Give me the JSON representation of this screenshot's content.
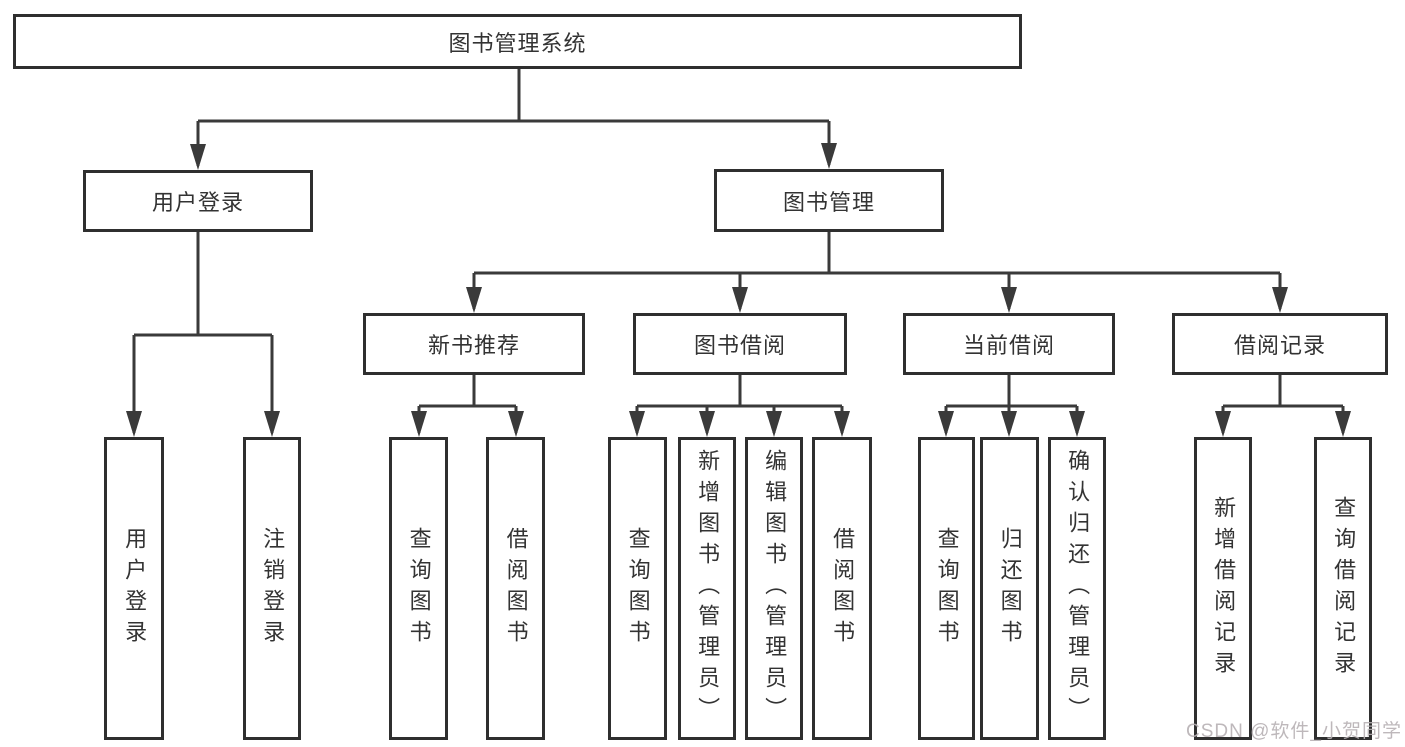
{
  "diagram": {
    "root": {
      "label": "图书管理系统"
    },
    "branches": [
      {
        "label": "用户登录",
        "children": [
          {
            "label": "用户登录"
          },
          {
            "label": "注销登录"
          }
        ]
      },
      {
        "label": "图书管理",
        "children": [
          {
            "label": "新书推荐",
            "children": [
              {
                "label": "查询图书"
              },
              {
                "label": "借阅图书"
              }
            ]
          },
          {
            "label": "图书借阅",
            "children": [
              {
                "label": "查询图书"
              },
              {
                "label": "新增图书（管理员）"
              },
              {
                "label": "编辑图书（管理员）"
              },
              {
                "label": "借阅图书"
              }
            ]
          },
          {
            "label": "当前借阅",
            "children": [
              {
                "label": "查询图书"
              },
              {
                "label": "归还图书"
              },
              {
                "label": "确认归还（管理员）"
              }
            ]
          },
          {
            "label": "借阅记录",
            "children": [
              {
                "label": "新增借阅记录"
              },
              {
                "label": "查询借阅记录"
              }
            ]
          }
        ]
      }
    ],
    "watermark": "CSDN @软件_小贺同学",
    "colors": {
      "line": "#3a3a3a",
      "border": "#2f2f2f",
      "text": "#333333",
      "background": "#ffffff",
      "watermark": "#b7b1b4"
    }
  }
}
